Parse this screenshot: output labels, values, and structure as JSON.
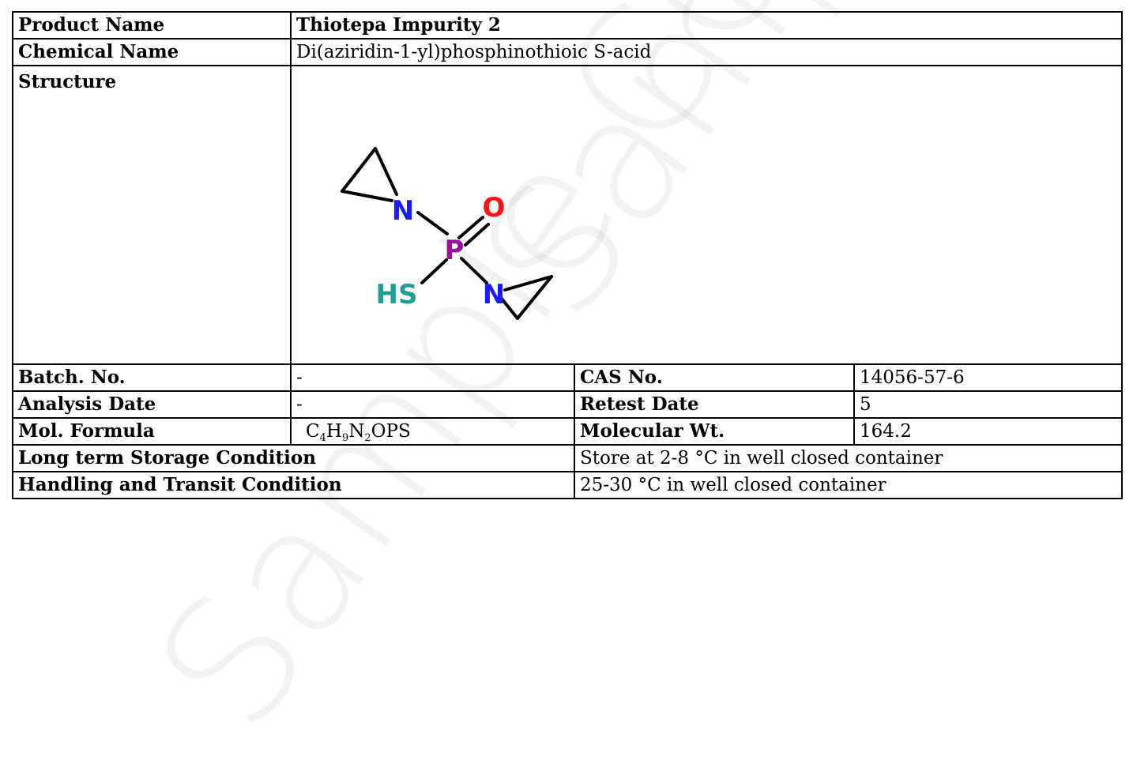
{
  "product_name": {
    "label": "Product Name",
    "value": "Thiotepa Impurity 2"
  },
  "chemical_name": {
    "label": "Chemical Name",
    "value": "Di(aziridin-1-yl)phosphinothioic S-acid"
  },
  "structure": {
    "label": "Structure",
    "atoms": {
      "n1": "N",
      "p": "P",
      "o": "O",
      "sh": "HS",
      "n2": "N"
    },
    "colors": {
      "n": "#1a1aff",
      "p": "#9b0fa0",
      "o": "#ff1111",
      "sh": "#1f9e96",
      "bond": "#000000"
    }
  },
  "batch_no": {
    "label": "Batch. No.",
    "value": "-"
  },
  "cas_no": {
    "label": "CAS No.",
    "value": "14056-57-6"
  },
  "analysis_date": {
    "label": "Analysis Date",
    "value": "-"
  },
  "retest_date": {
    "label": "Retest Date",
    "value": "5"
  },
  "mol_formula": {
    "label": "Mol. Formula",
    "parts": [
      {
        "text": "C",
        "sub": "4"
      },
      {
        "text": "H",
        "sub": "9"
      },
      {
        "text": "N",
        "sub": "2"
      },
      {
        "text": "OPS",
        "sub": ""
      }
    ]
  },
  "molecular_wt": {
    "label": "Molecular Wt.",
    "value": "164.2"
  },
  "long_term_storage": {
    "label": "Long term Storage Condition",
    "value": "Store at 2-8 °C in well closed container"
  },
  "handling_transit": {
    "label": "Handling and Transit Condition",
    "value": "25-30 °C in well closed container"
  },
  "watermark": {
    "text1": "Sample COA",
    "text2": "Sample COA"
  }
}
